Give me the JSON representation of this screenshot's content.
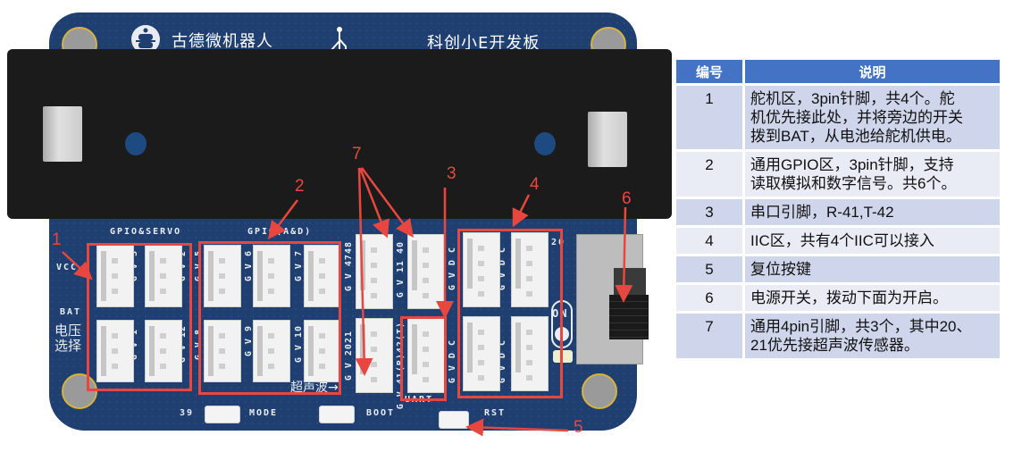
{
  "board": {
    "brand": "古德微机器人",
    "product": "科创小E开发板",
    "silkscreen": {
      "gpio_servo": "GPIO&SERVO",
      "gpio_ad": "GPIO(A&D)",
      "vcc": "VCC",
      "bat": "BAT",
      "voltage_select": [
        "电压",
        "选择"
      ],
      "ultrasonic": "超声波",
      "uart": "UART",
      "on": "ON",
      "mode": "MODE",
      "boot": "BOOT",
      "rst": "RST",
      "pin_39": "39",
      "pin_20": "20",
      "servo_pins": [
        "G V 3",
        "G V 2",
        "G V 1",
        "G V 12"
      ],
      "gpio_pins": [
        "G V 5",
        "G V 6",
        "G V 7",
        "G V 8",
        "G V 9",
        "G V 10"
      ],
      "four_pin": [
        "G V 4748",
        "G V 11 40",
        "G V 2021",
        "G V 41(R)42(T)"
      ],
      "iic": [
        "G V D C",
        "G V D C",
        "G V D C",
        "G V D C"
      ]
    },
    "callouts": [
      "1",
      "2",
      "3",
      "4",
      "5",
      "6",
      "7"
    ]
  },
  "table": {
    "headers": {
      "number": "编号",
      "description": "说明"
    },
    "rows": [
      {
        "number": "1",
        "lines": [
          "舵机区，3pin针脚，共4个。舵",
          "机优先接此处，并将旁边的开关",
          "拨到BAT，从电池给舵机供电。"
        ]
      },
      {
        "number": "2",
        "lines": [
          "通用GPIO区，3pin针脚，支持",
          "读取模拟和数字信号。共6个。"
        ]
      },
      {
        "number": "3",
        "lines": [
          "串口引脚，R-41,T-42"
        ]
      },
      {
        "number": "4",
        "lines": [
          "IIC区，共有4个IIC可以接入"
        ]
      },
      {
        "number": "5",
        "lines": [
          "复位按键"
        ]
      },
      {
        "number": "6",
        "lines": [
          "电源开关，拨动下面为开启。"
        ]
      },
      {
        "number": "7",
        "lines": [
          "通用4pin引脚，共3个，其中20、",
          "21优先接超声波传感器。"
        ]
      }
    ]
  },
  "colors": {
    "board": "#1f3f70",
    "annotation": "#e8473f",
    "table_header": "#4472c4",
    "row_dark": "#cfd5ea",
    "row_light": "#e9ebf5"
  }
}
